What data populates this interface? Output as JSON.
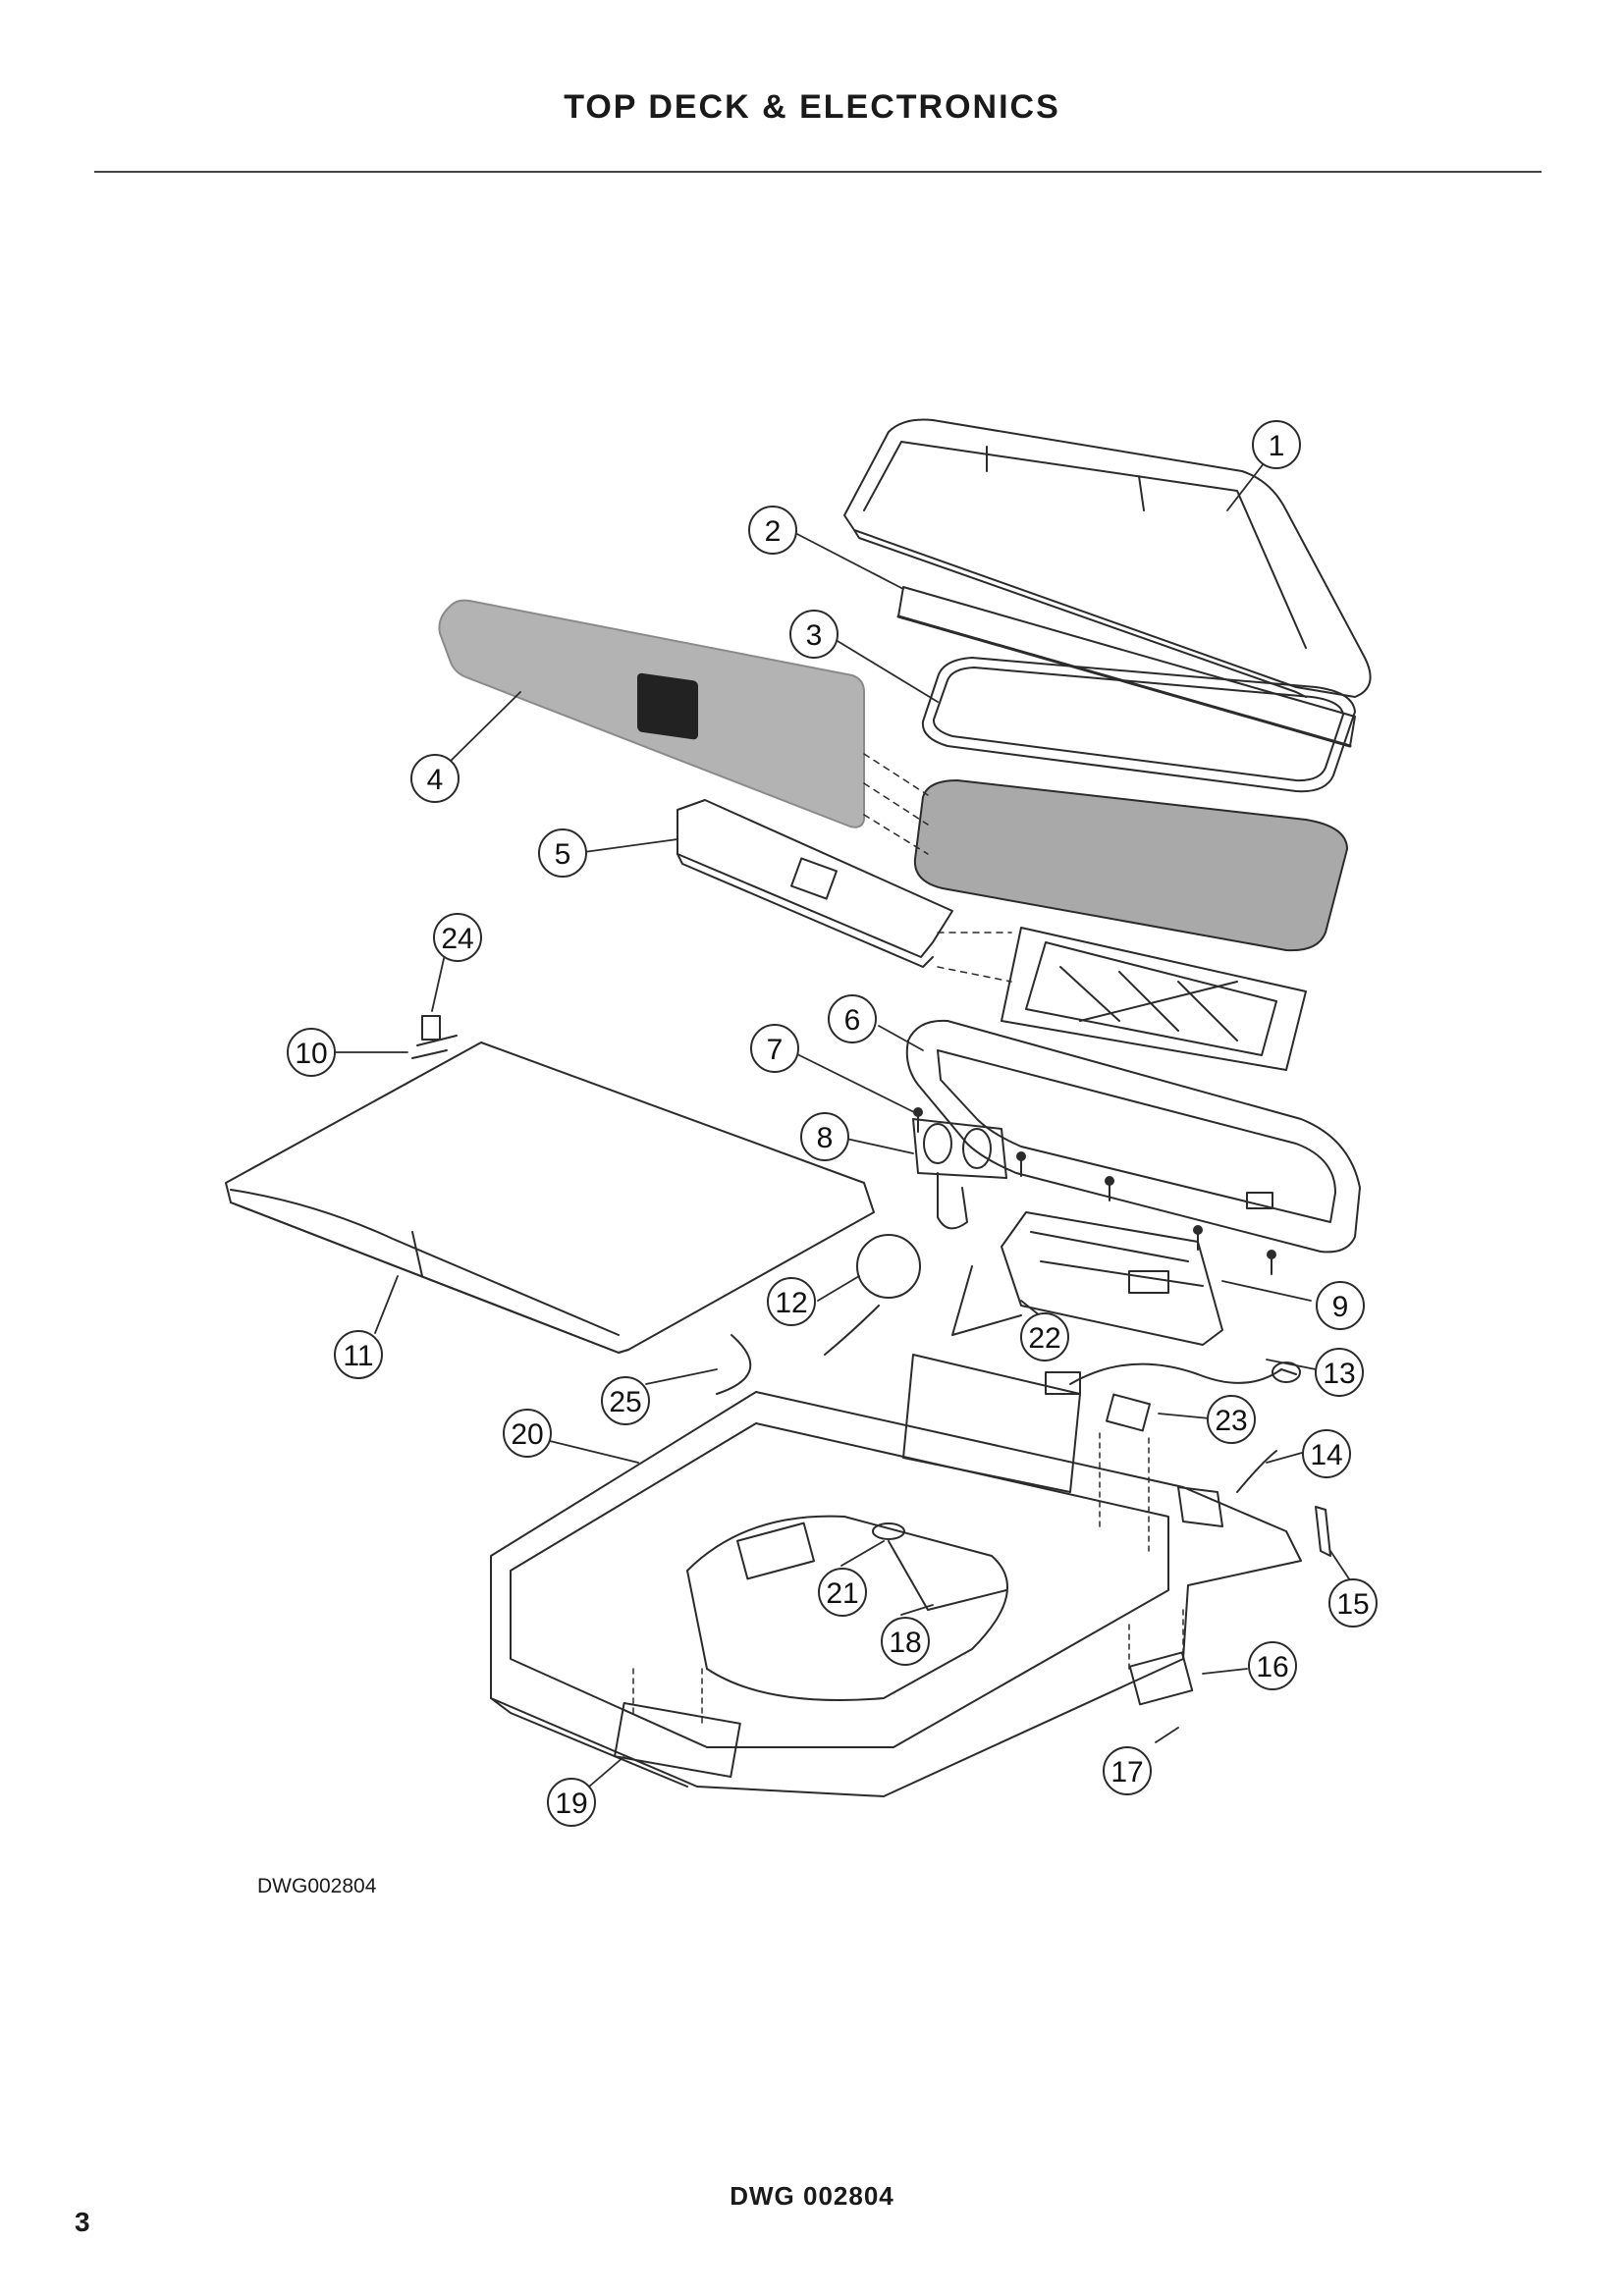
{
  "header": {
    "title": "TOP DECK & ELECTRONICS"
  },
  "diagram": {
    "drawing_ref": "DWG002804",
    "callouts": [
      {
        "label": "1"
      },
      {
        "label": "2"
      },
      {
        "label": "3"
      },
      {
        "label": "4"
      },
      {
        "label": "5"
      },
      {
        "label": "6"
      },
      {
        "label": "7"
      },
      {
        "label": "8"
      },
      {
        "label": "9"
      },
      {
        "label": "10"
      },
      {
        "label": "11"
      },
      {
        "label": "12"
      },
      {
        "label": "13"
      },
      {
        "label": "14"
      },
      {
        "label": "15"
      },
      {
        "label": "16"
      },
      {
        "label": "17"
      },
      {
        "label": "18"
      },
      {
        "label": "19"
      },
      {
        "label": "20"
      },
      {
        "label": "21"
      },
      {
        "label": "22"
      },
      {
        "label": "23"
      },
      {
        "label": "24"
      },
      {
        "label": "25"
      }
    ]
  },
  "footer": {
    "drawing_number": "DWG 002804",
    "page_number": "3"
  },
  "colors": {
    "panel_gray": "#b3b3b3",
    "glass_gray": "#a9a9a9",
    "line": "#2b2b2b",
    "display": "#222222"
  }
}
